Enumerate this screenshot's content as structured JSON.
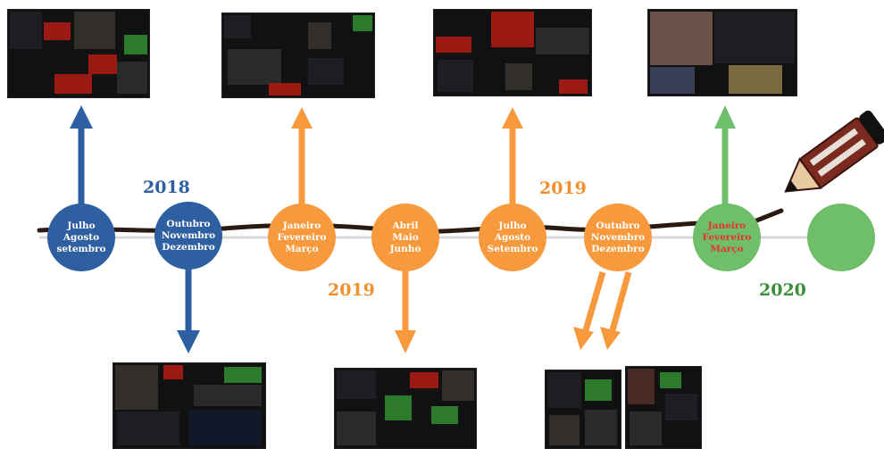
{
  "colors": {
    "blue": "#2e5fa0",
    "orange": "#f79a3e",
    "green": "#6fbe6a",
    "year_blue": "#2e5fa0",
    "year_orange": "#f0902f",
    "year_green": "#3e8f3a",
    "line": "#2a1a12",
    "pencil_body": "#7a2a1e",
    "pencil_tip": "#111111"
  },
  "years": {
    "y2018": "2018",
    "y2019_top": "2019",
    "y2019_bottom": "2019",
    "y2020": "2020"
  },
  "nodes": [
    {
      "lines": [
        "Julho",
        "Agosto",
        "setembro"
      ],
      "color": "blue"
    },
    {
      "lines": [
        "Outubro",
        "Novembro",
        "Dezembro"
      ],
      "color": "blue"
    },
    {
      "lines": [
        "Janeiro",
        "Fevereiro",
        "Março"
      ],
      "color": "orange"
    },
    {
      "lines": [
        "Abril",
        "Maio",
        "Junho"
      ],
      "color": "orange"
    },
    {
      "lines": [
        "Julho",
        "Agosto",
        "Setembro"
      ],
      "color": "orange"
    },
    {
      "lines": [
        "Outubro",
        "Novembro",
        "Dezembro"
      ],
      "color": "orange"
    },
    {
      "lines": [
        "Janeiro",
        "Fevereiro",
        "Março"
      ],
      "color": "green"
    },
    {
      "lines": [],
      "color": "green"
    }
  ],
  "thumbnail_icons": [
    "photo-collage"
  ]
}
